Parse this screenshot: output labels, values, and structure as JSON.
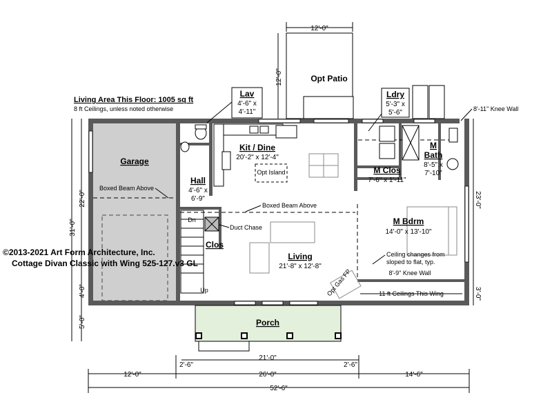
{
  "header": {
    "living_area": "Living Area This Floor: 1005 sq ft",
    "ceilings": "8 ft Ceilings, unless noted otherwise"
  },
  "copyright": {
    "line1": "©2013-2021 Art Form Architecture, Inc.",
    "line2": "Cottage Divan Classic with Wing 525-127.v3 GL"
  },
  "rooms": {
    "garage": "Garage",
    "hall": {
      "name": "Hall",
      "dim1": "4'-6\" x",
      "dim2": "6'-9\""
    },
    "lav": {
      "name": "Lav",
      "dim1": "4'-6\" x",
      "dim2": "4'-11\""
    },
    "kit": {
      "name": "Kit / Dine",
      "dim": "20'-2\" x 12'-4\""
    },
    "ldry": {
      "name": "Ldry",
      "dim1": "5'-3\" x",
      "dim2": "5'-6\""
    },
    "mbath": {
      "name1": "M",
      "name2": "Bath",
      "dim1": "8'-5\" x",
      "dim2": "7'-10\""
    },
    "mclos": {
      "name": "M Clos",
      "dim": "7'-6\" x 1'-11\""
    },
    "mbdrm": {
      "name": "M Bdrm",
      "dim": "14'-0\" x 13'-10\""
    },
    "living": {
      "name": "Living",
      "dim": "21'-8\" x 12'-8\""
    },
    "clos": "Clos",
    "porch": "Porch",
    "patio": "Opt Patio"
  },
  "notes": {
    "boxed_beam_garage": "Boxed Beam Above",
    "boxed_beam_living": "Boxed Beam Above",
    "duct_chase": "Duct Chase",
    "opt_island": "Opt Island",
    "knee_wall_top": "8'-11\" Knee Wall",
    "knee_wall_bottom": "8'-9\" Knee Wall",
    "ceiling_change_1": "Ceiling changes from",
    "ceiling_change_2": "sloped to flat, typ.",
    "eleven_ft": "11 ft Ceilings This Wing",
    "opt_gas_fp": "Opt Gas FP",
    "stair_dn": "Dn",
    "stair_up": "Up"
  },
  "dimensions": {
    "patio_width": "12'-0\"",
    "patio_depth": "12'-0\"",
    "left_22": "22'-0\"",
    "left_31": "31'-0\"",
    "left_4": "4'-0\"",
    "left_5": "5'-0\"",
    "right_23": "23'-0\"",
    "right_3": "3'-0\"",
    "porch_21": "21'-0\"",
    "porch_2_6_left": "2'-6\"",
    "porch_2_6_right": "2'-6\"",
    "bottom_12": "12'-0\"",
    "bottom_26": "26'-0\"",
    "bottom_14_6": "14'-6\"",
    "total": "52'-6\""
  }
}
